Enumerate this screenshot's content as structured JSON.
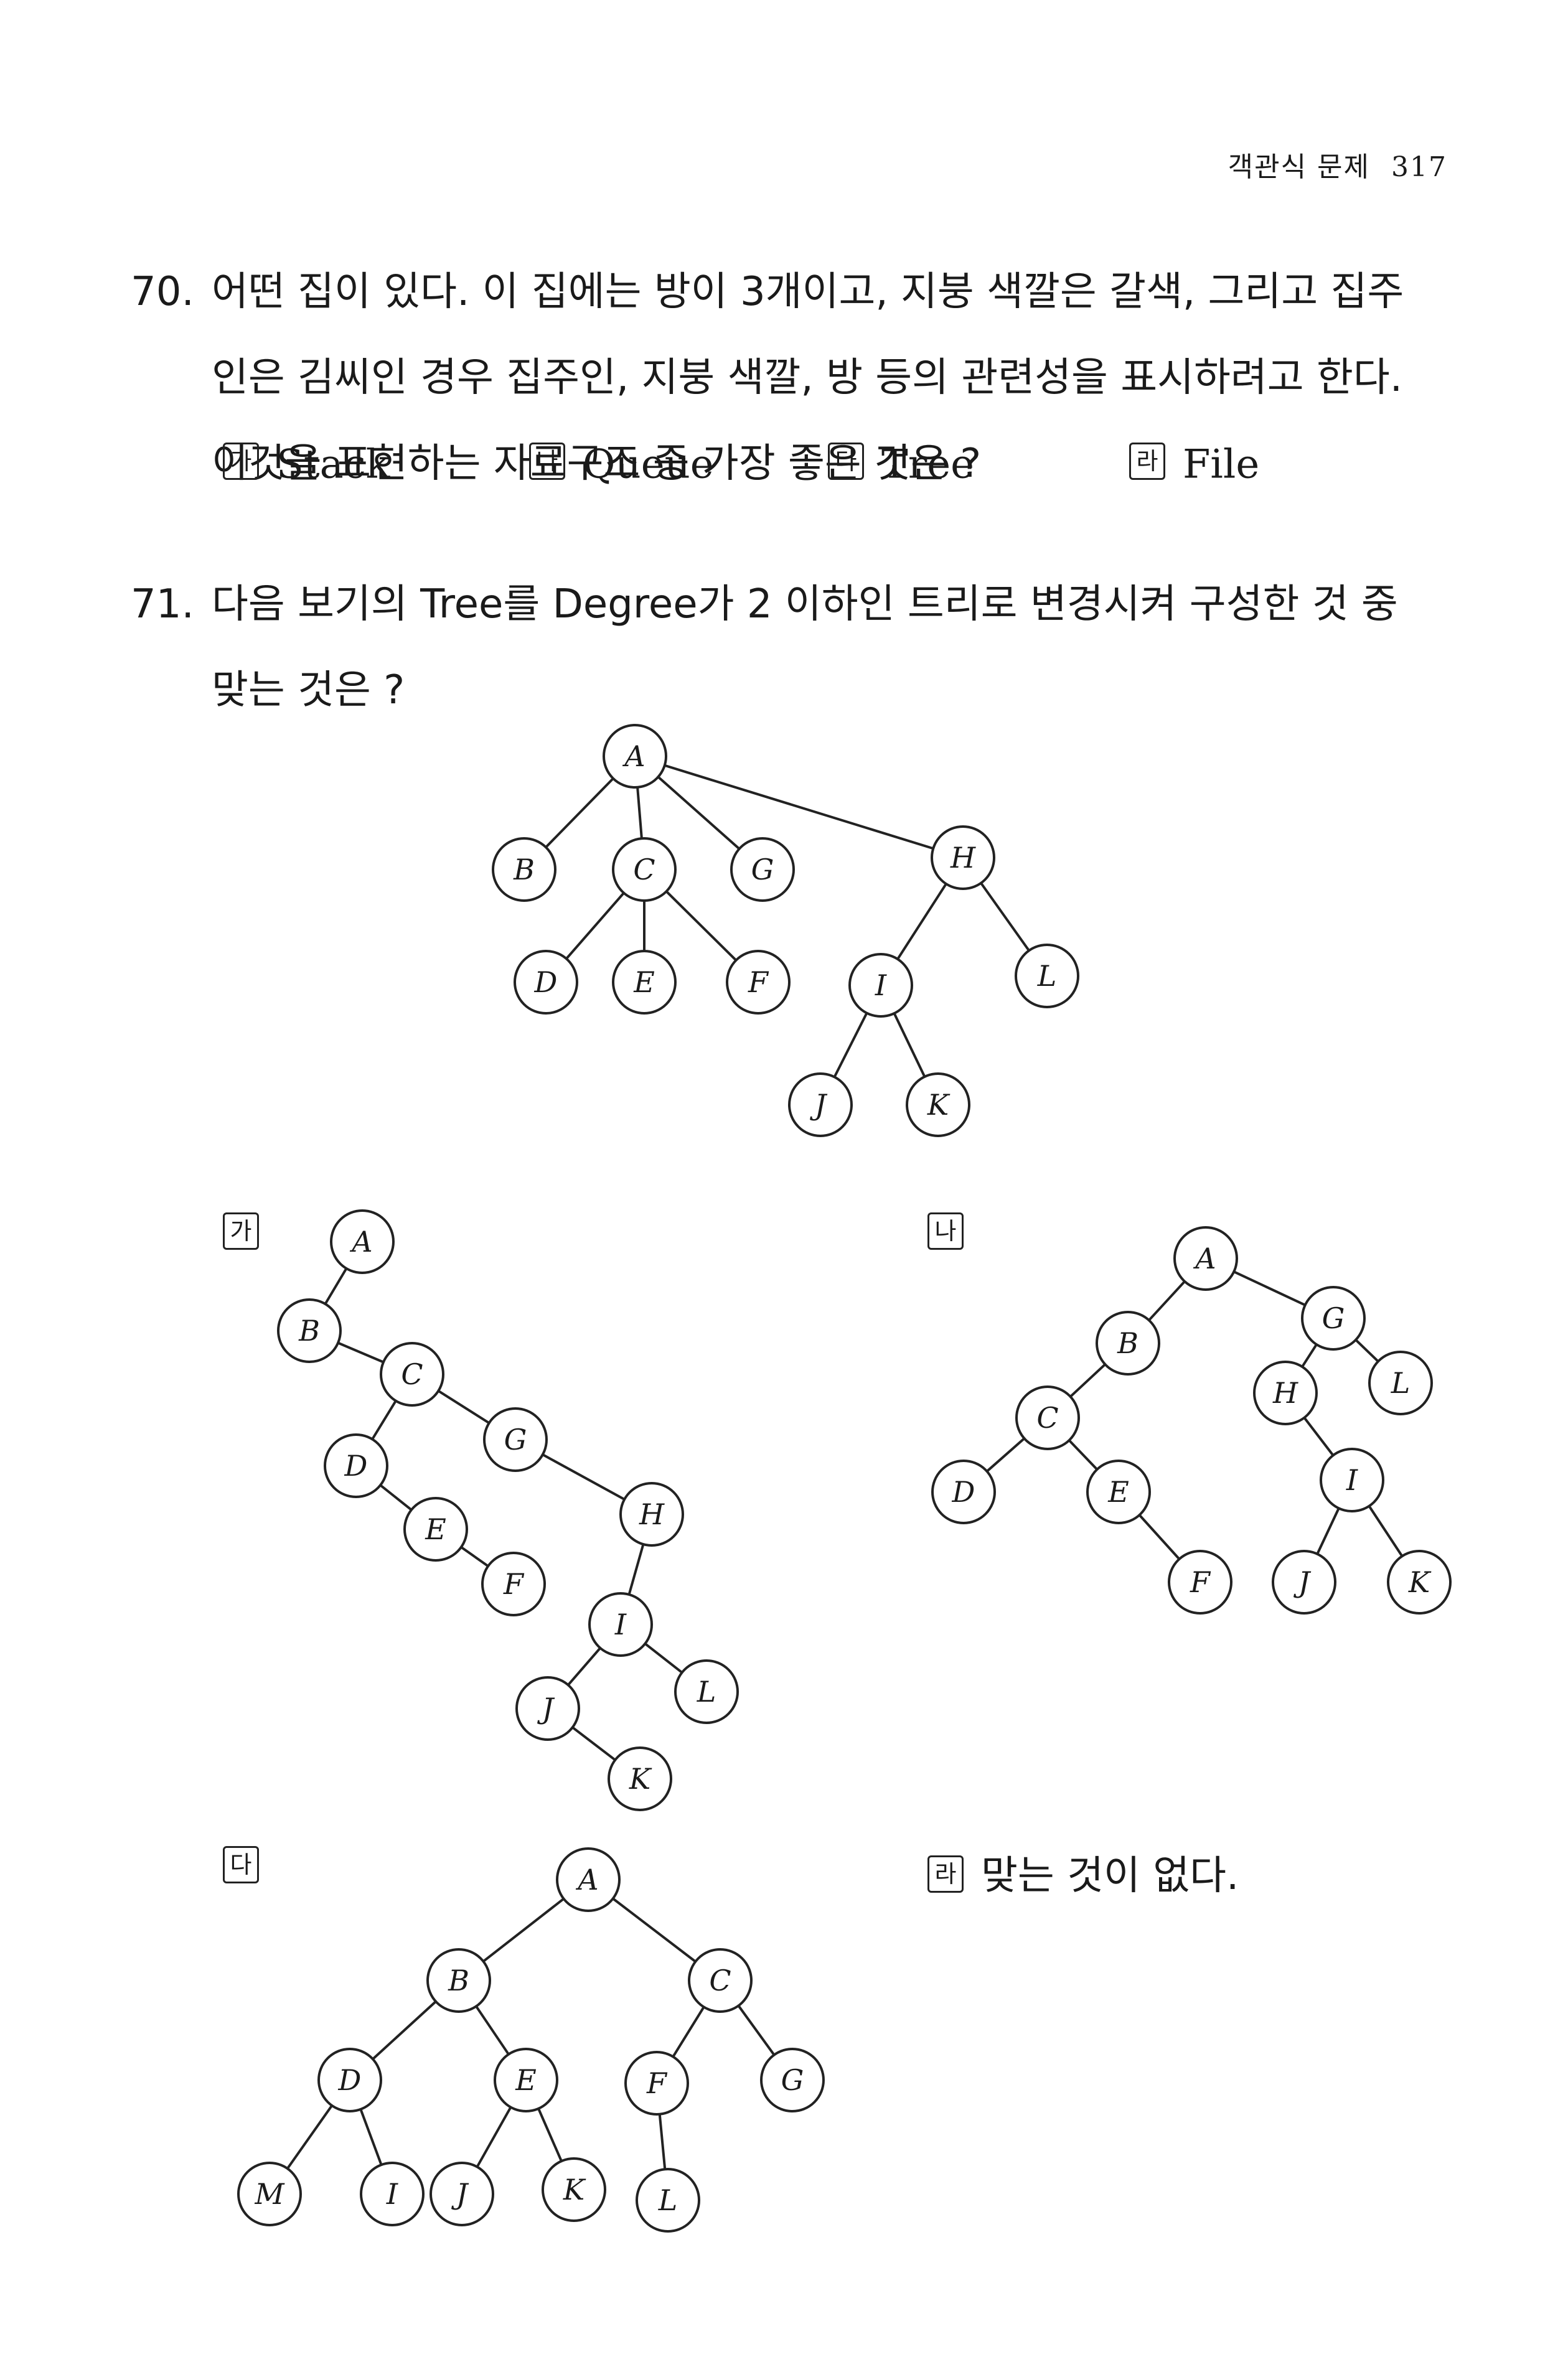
{
  "header": {
    "title": "객관식 문제",
    "page": "317"
  },
  "q70": {
    "number": "70.",
    "lines": [
      "어떤 집이 있다. 이 집에는 방이 3개이고, 지붕 색깔은 갈색, 그리고 집주",
      "인은 김씨인 경우 집주인, 지붕 색깔, 방 등의 관련성을 표시하려고 한다.",
      "이것을 표현하는 자료구조 중 가장 좋은 것은 ?"
    ],
    "options": [
      {
        "mark": "가",
        "text": "Stack"
      },
      {
        "mark": "나",
        "text": "Queue"
      },
      {
        "mark": "다",
        "text": "Tree"
      },
      {
        "mark": "라",
        "text": "File"
      }
    ]
  },
  "q71": {
    "number": "71.",
    "lines": [
      "다음 보기의 Tree를 Degree가 2 이하인 트리로 변경시켜 구성한 것 중",
      "맞는 것은 ?"
    ],
    "option_marks": [
      "가",
      "나",
      "다",
      "라"
    ],
    "option_d_text": "맞는 것이 없다."
  },
  "trees": {
    "given": {
      "nodes": [
        "A",
        "B",
        "C",
        "G",
        "H",
        "D",
        "E",
        "F",
        "I",
        "L",
        "J",
        "K"
      ],
      "edges": [
        [
          "A",
          "B"
        ],
        [
          "A",
          "C"
        ],
        [
          "A",
          "G"
        ],
        [
          "A",
          "H"
        ],
        [
          "C",
          "D"
        ],
        [
          "C",
          "E"
        ],
        [
          "C",
          "F"
        ],
        [
          "H",
          "I"
        ],
        [
          "H",
          "L"
        ],
        [
          "I",
          "J"
        ],
        [
          "I",
          "K"
        ]
      ]
    },
    "ga": {
      "nodes": [
        "A",
        "B",
        "C",
        "G",
        "D",
        "E",
        "F",
        "H",
        "I",
        "J",
        "L",
        "K"
      ],
      "edges": [
        [
          "A",
          "B"
        ],
        [
          "B",
          "C"
        ],
        [
          "C",
          "D"
        ],
        [
          "C",
          "G"
        ],
        [
          "D",
          "E"
        ],
        [
          "E",
          "F"
        ],
        [
          "G",
          "H"
        ],
        [
          "H",
          "I"
        ],
        [
          "I",
          "J"
        ],
        [
          "I",
          "L"
        ],
        [
          "J",
          "K"
        ]
      ]
    },
    "na": {
      "nodes": [
        "A",
        "B",
        "G",
        "C",
        "H",
        "L",
        "D",
        "E",
        "I",
        "F",
        "J",
        "K"
      ],
      "edges": [
        [
          "A",
          "B"
        ],
        [
          "A",
          "G"
        ],
        [
          "B",
          "C"
        ],
        [
          "G",
          "H"
        ],
        [
          "G",
          "L"
        ],
        [
          "C",
          "D"
        ],
        [
          "C",
          "E"
        ],
        [
          "H",
          "I"
        ],
        [
          "E",
          "F"
        ],
        [
          "I",
          "J"
        ],
        [
          "I",
          "K"
        ]
      ]
    },
    "da": {
      "nodes": [
        "A",
        "B",
        "C",
        "D",
        "E",
        "F",
        "G",
        "M",
        "I",
        "J",
        "K",
        "L"
      ],
      "edges": [
        [
          "A",
          "B"
        ],
        [
          "A",
          "C"
        ],
        [
          "B",
          "D"
        ],
        [
          "B",
          "E"
        ],
        [
          "C",
          "F"
        ],
        [
          "C",
          "G"
        ],
        [
          "D",
          "M"
        ],
        [
          "D",
          "I"
        ],
        [
          "E",
          "J"
        ],
        [
          "E",
          "K"
        ],
        [
          "F",
          "L"
        ]
      ]
    }
  }
}
